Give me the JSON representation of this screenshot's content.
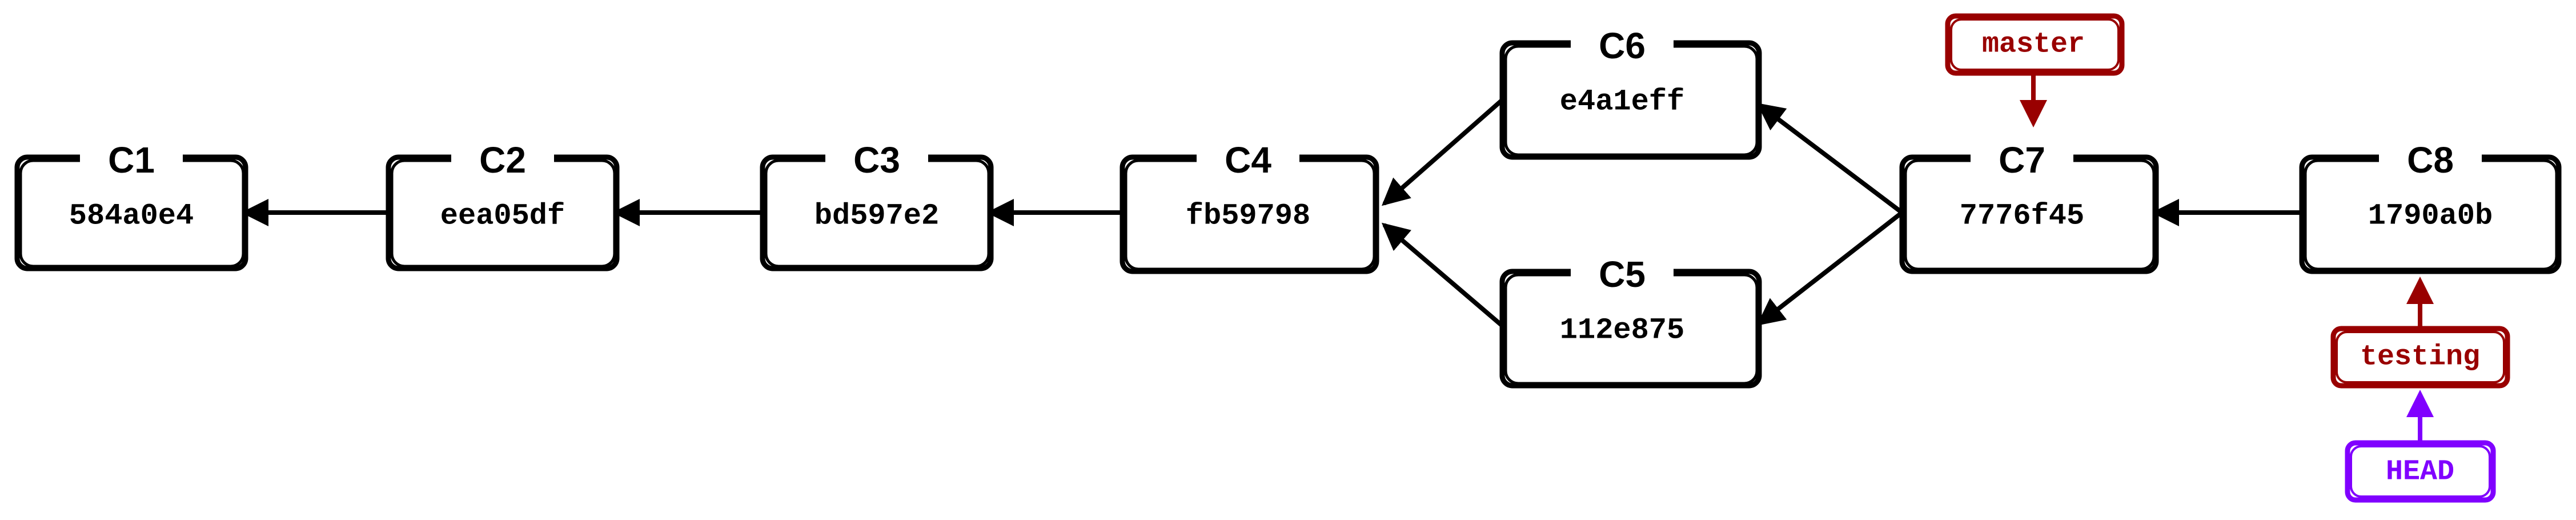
{
  "commits": [
    {
      "id": "c1",
      "name": "C1",
      "hash": "584a0e4"
    },
    {
      "id": "c2",
      "name": "C2",
      "hash": "eea05df"
    },
    {
      "id": "c3",
      "name": "C3",
      "hash": "bd597e2"
    },
    {
      "id": "c4",
      "name": "C4",
      "hash": "fb59798"
    },
    {
      "id": "c6",
      "name": "C6",
      "hash": "e4a1eff"
    },
    {
      "id": "c5",
      "name": "C5",
      "hash": "112e875"
    },
    {
      "id": "c7",
      "name": "C7",
      "hash": "7776f45"
    },
    {
      "id": "c8",
      "name": "C8",
      "hash": "1790a0b"
    }
  ],
  "edges": [
    {
      "from": "c2",
      "to": "c1"
    },
    {
      "from": "c3",
      "to": "c2"
    },
    {
      "from": "c4",
      "to": "c3"
    },
    {
      "from": "c6",
      "to": "c4"
    },
    {
      "from": "c5",
      "to": "c4"
    },
    {
      "from": "c7",
      "to": "c6"
    },
    {
      "from": "c7",
      "to": "c5"
    },
    {
      "from": "c8",
      "to": "c7"
    }
  ],
  "refs": [
    {
      "id": "master",
      "label": "master",
      "target": "c7",
      "color": "#990000"
    },
    {
      "id": "testing",
      "label": "testing",
      "target": "c8",
      "color": "#990000"
    },
    {
      "id": "head",
      "label": "HEAD",
      "target": "testing",
      "color": "#8000ff"
    }
  ]
}
